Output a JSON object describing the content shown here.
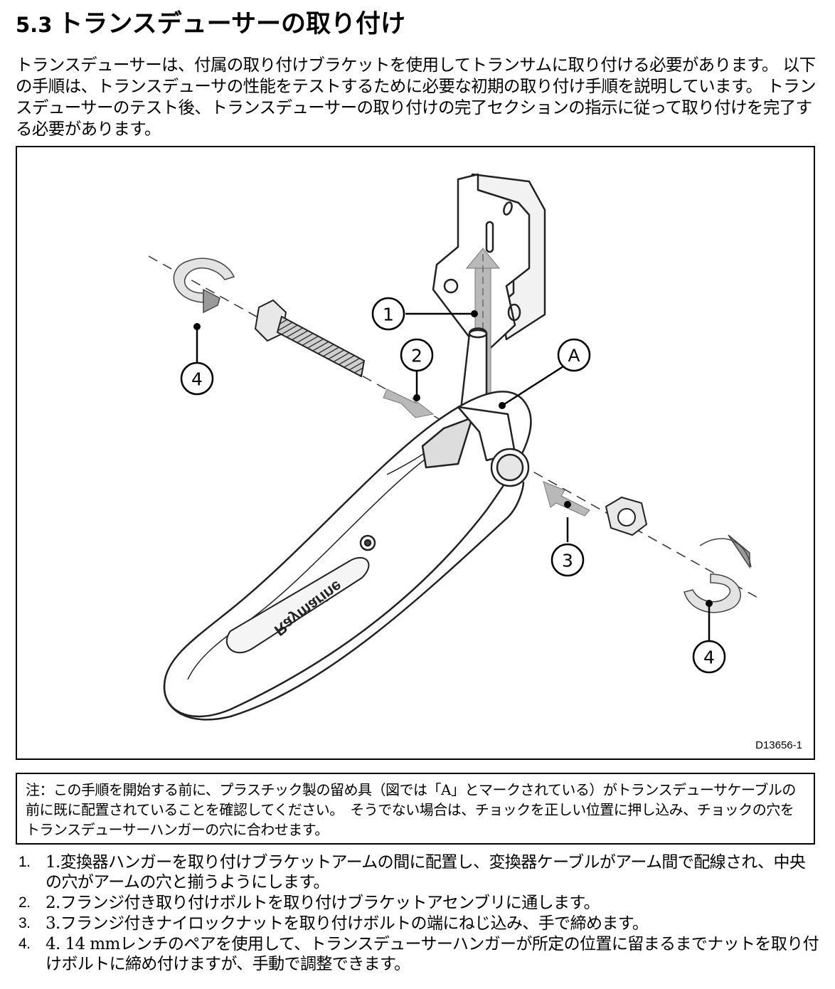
{
  "section": {
    "number": "5.3",
    "title": "トランスデューサーの取り付け"
  },
  "intro": "トランスデューサーは、付属の取り付けブラケットを使用してトランサムに取り付ける必要があります。 以下の手順は、トランスデューサの性能をテストするために必要な初期の取り付け手順を説明しています。 トランスデューサーのテスト後、トランスデューサーの取り付けの完了セクションの指示に従って取り付けを完了する必要があります。",
  "figure": {
    "id": "D13656-1",
    "brand": "Raymarine",
    "callouts": [
      "1",
      "2",
      "3",
      "4",
      "4",
      "A"
    ]
  },
  "note": "注：この手順を開始する前に、プラスチック製の留め具（図では「A」とマークされている）がトランスデューサケーブルの前に既に配置されていることを確認してください。　そうでない場合は、チョックを正しい位置に押し込み、チョックの穴をトランスデューサーハンガーの穴に合わせます。",
  "steps": [
    {
      "marker": "1.",
      "text": "1.変換器ハンガーを取り付けブラケットアームの間に配置し、変換器ケーブルがアーム間で配線され、中央の穴がアームの穴と揃うようにします。"
    },
    {
      "marker": "2.",
      "text": "2.フランジ付き取り付けボルトを取り付けブラケットアセンブリに通します。"
    },
    {
      "marker": "3.",
      "text": "3.フランジ付きナイロックナットを取り付けボルトの端にねじ込み、手で締めます。"
    },
    {
      "marker": "4.",
      "text": "4. 14 mmレンチのペアを使用して、トランスデューサーハンガーが所定の位置に留まるまでナットを取り付けボルトに締め付けますが、手動で調整できます。"
    }
  ]
}
